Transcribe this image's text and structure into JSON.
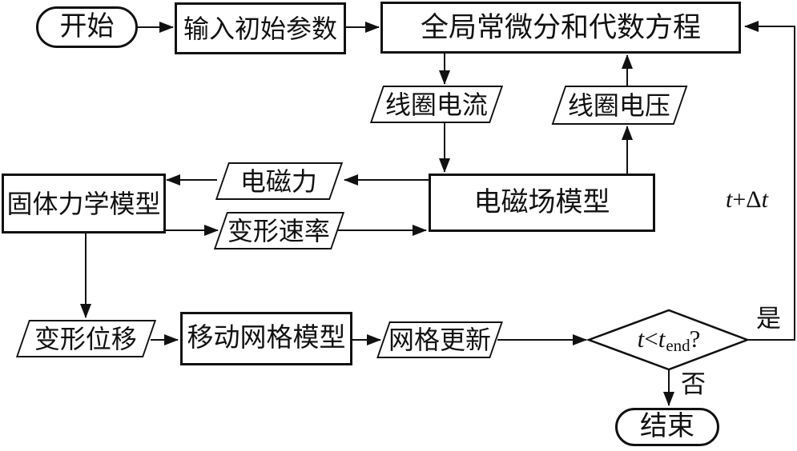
{
  "diagram": {
    "type": "flowchart",
    "colors": {
      "stroke": "#111111",
      "background": "#ffffff"
    },
    "nodes": {
      "start": {
        "label": "开始",
        "shape": "terminator"
      },
      "input_params": {
        "label": "输入初始参数",
        "shape": "process"
      },
      "global_equations": {
        "label": "全局常微分和代数方程",
        "shape": "process"
      },
      "coil_current": {
        "label": "线圈电流",
        "shape": "data"
      },
      "coil_voltage": {
        "label": "线圈电压",
        "shape": "data"
      },
      "em_force": {
        "label": "电磁力",
        "shape": "data"
      },
      "em_field_model": {
        "label": "电磁场模型",
        "shape": "process"
      },
      "solid_mechanics_model": {
        "label": "固体力学模型",
        "shape": "process"
      },
      "deformation_rate": {
        "label": "变形速率",
        "shape": "data"
      },
      "deformation_displacement": {
        "label": "变形位移",
        "shape": "data"
      },
      "moving_mesh_model": {
        "label": "移动网格模型",
        "shape": "process"
      },
      "mesh_update": {
        "label": "网格更新",
        "shape": "data"
      },
      "decision": {
        "var1": "t",
        "operator": "<",
        "var2": "t",
        "subscript": "end",
        "suffix": "?",
        "shape": "decision"
      },
      "end": {
        "label": "结束",
        "shape": "terminator"
      }
    },
    "labels": {
      "yes": "是",
      "no": "否",
      "time_step": {
        "pre": "t",
        "mid": "+Δ",
        "post": "t"
      }
    }
  }
}
